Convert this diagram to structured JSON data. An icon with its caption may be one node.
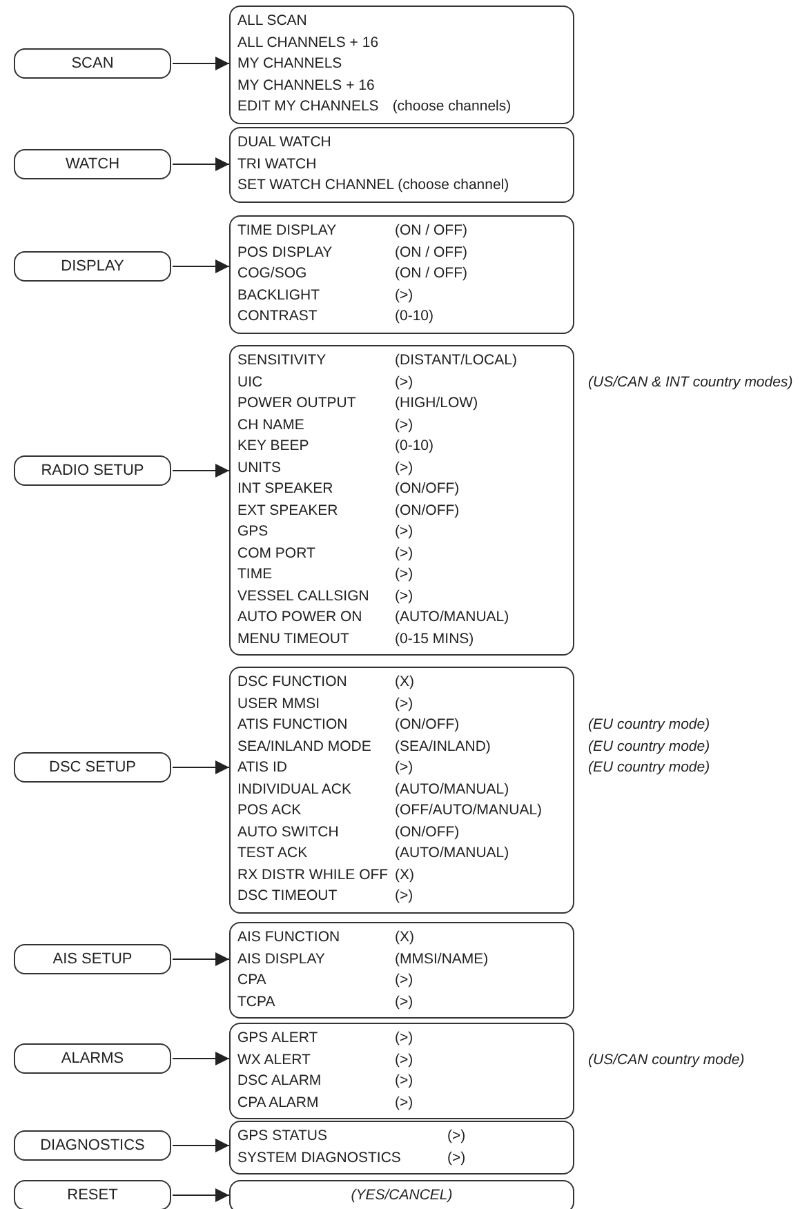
{
  "diagram": {
    "nodes": [
      {
        "text": [
          "SCAN"
        ]
      },
      {
        "text": [
          "ALL SCAN",
          "ALL CHANNELS + 16",
          "MY CHANNELS",
          "MY CHANNELS + 16",
          "EDIT MY CHANNELS",
          "(choose channels)"
        ]
      },
      {
        "text": [
          "WATCH"
        ]
      },
      {
        "text": [
          "DUAL WATCH",
          "TRI WATCH",
          "SET WATCH CHANNEL (choose channel)"
        ]
      },
      {
        "text": [
          "DISPLAY"
        ]
      },
      {
        "text": [
          "TIME DISPLAY",
          "(ON / OFF)",
          "POS DISPLAY",
          "(ON / OFF)",
          "COG/SOG",
          "(ON / OFF)",
          "BACKLIGHT",
          "(>)",
          "CONTRAST",
          "(0-10)"
        ]
      },
      {
        "text": [
          "RADIO SETUP"
        ]
      },
      {
        "text": [
          "SENSITIVITY",
          "(DISTANT/LOCAL)",
          "UIC",
          "(>)",
          "POWER OUTPUT",
          "(HIGH/LOW)",
          "CH NAME",
          "(>)",
          "KEY BEEP",
          "(0-10)",
          "UNITS",
          "(>)",
          "INT SPEAKER",
          "(ON/OFF)",
          "EXT SPEAKER",
          "(ON/OFF)",
          "GPS",
          "(>)",
          "COM PORT",
          "(>)",
          "TIME",
          "(>)",
          "VESSEL CALLSIGN",
          "(>)",
          "AUTO POWER ON",
          "(AUTO/MANUAL)",
          "MENU TIMEOUT",
          "(0-15 MINS)"
        ],
        "beside": [
          "(US/CAN & INT country modes)"
        ]
      },
      {
        "text": [
          "DSC SETUP"
        ]
      },
      {
        "text": [
          "DSC FUNCTION",
          "(X)",
          "USER MMSI",
          "(>)",
          "ATIS FUNCTION",
          "(ON/OFF)",
          "SEA/INLAND MODE",
          "(SEA/INLAND)",
          "ATIS ID",
          "(>)",
          "INDIVIDUAL ACK",
          "(AUTO/MANUAL)",
          "POS ACK",
          "(OFF/AUTO/MANUAL)",
          "AUTO SWITCH",
          "(ON/OFF)",
          "TEST ACK",
          "(AUTO/MANUAL)",
          "RX DISTR WHILE OFF",
          "(X)",
          "DSC TIMEOUT",
          "(>)"
        ],
        "beside": [
          "(EU country mode)",
          "(EU country mode)",
          "(EU country mode)"
        ]
      },
      {
        "text": [
          "AIS SETUP"
        ]
      },
      {
        "text": [
          "AIS FUNCTION",
          "(X)",
          "AIS DISPLAY",
          "(MMSI/NAME)",
          "CPA",
          "(>)",
          "TCPA",
          "(>)"
        ]
      },
      {
        "text": [
          "ALARMS"
        ]
      },
      {
        "text": [
          "GPS ALERT",
          "(>)",
          "WX ALERT",
          "(>)",
          "DSC ALARM",
          "(>)",
          "CPA ALARM",
          "(>)"
        ],
        "beside": [
          "(US/CAN country mode)"
        ]
      },
      {
        "text": [
          "DIAGNOSTICS"
        ]
      },
      {
        "text": [
          "GPS STATUS",
          "(>)",
          "SYSTEM DIAGNOSTICS",
          "(>)"
        ]
      },
      {
        "text": [
          "RESET"
        ]
      },
      {
        "text": [
          "(YES/CANCEL)"
        ]
      }
    ],
    "edges": [
      {
        "from": 0,
        "to": 1,
        "arrow": "to"
      },
      {
        "from": 2,
        "to": 3,
        "arrow": "to"
      },
      {
        "from": 4,
        "to": 5,
        "arrow": "to"
      },
      {
        "from": 6,
        "to": 7,
        "arrow": "to"
      },
      {
        "from": 8,
        "to": 9,
        "arrow": "to"
      },
      {
        "from": 10,
        "to": 11,
        "arrow": "to"
      },
      {
        "from": 12,
        "to": 13,
        "arrow": "to"
      },
      {
        "from": 14,
        "to": 15,
        "arrow": "to"
      },
      {
        "from": 16,
        "to": 17,
        "arrow": "to"
      }
    ]
  }
}
